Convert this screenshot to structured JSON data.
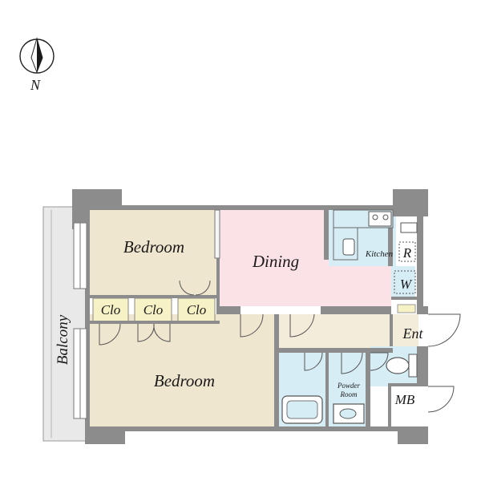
{
  "compass": {
    "label": "N"
  },
  "rooms": {
    "bedroom_upper": "Bedroom",
    "bedroom_lower": "Bedroom",
    "dining": "Dining",
    "kitchen": "Kitchen",
    "fridge": "R",
    "washer": "W",
    "closet_1": "Clo",
    "closet_2": "Clo",
    "closet_3": "Clo",
    "entrance": "Ent",
    "powder_room_line1": "Powder",
    "powder_room_line2": "Room",
    "meter_box": "MB",
    "balcony": "Balcony"
  },
  "colors": {
    "wall": "#8c8c8c",
    "bedroom": "#efe6cf",
    "dining": "#fbe2e6",
    "wet_area": "#d6edf5",
    "balcony": "#e9e9e9",
    "hall": "#f4ecda"
  }
}
